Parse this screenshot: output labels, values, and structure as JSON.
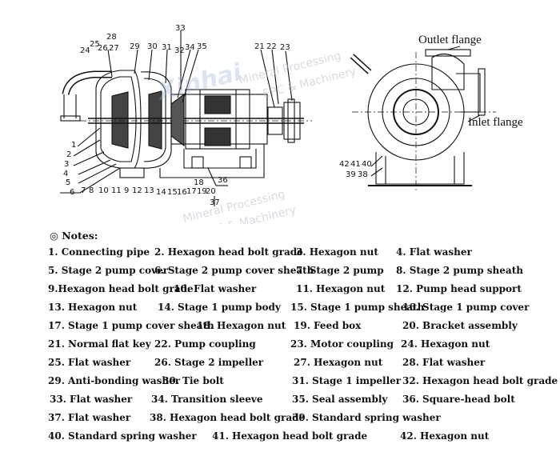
{
  "diagram": {
    "outlet_label": "Outlet flange",
    "inlet_label": "Inlet flange",
    "watermark_lines": [
      "Mineral Processing",
      "EPC & Machinery"
    ],
    "watermark_brand": "Xinhai",
    "callouts": {
      "c1": "1",
      "c2": "2",
      "c3": "3",
      "c4": "4",
      "c5": "5",
      "c6": "6",
      "c7": "7",
      "c8": "8",
      "c9": "9",
      "c10": "10",
      "c11": "11",
      "c12": "12",
      "c13": "13",
      "c14": "14",
      "c15": "15",
      "c16": "16",
      "c17": "17",
      "c18": "18",
      "c19": "19",
      "c20": "20",
      "c21": "21",
      "c22": "22",
      "c23": "23",
      "c24": "24",
      "c25": "25",
      "c26": "26",
      "c27": "27",
      "c28": "28",
      "c29": "29",
      "c30": "30",
      "c31": "31",
      "c32": "32",
      "c33": "33",
      "c34": "34",
      "c35": "35",
      "c36": "36",
      "c37": "37",
      "c38": "38",
      "c39": "39",
      "c40": "40",
      "c41": "41",
      "c42": "42"
    }
  },
  "notes_title": "◎ Notes:",
  "parts": [
    "1. Connecting pipe",
    "2. Hexagon head bolt grade",
    "3. Hexagon nut",
    "4. Flat washer",
    "5. Stage 2 pump cover",
    "6. Stage 2 pump cover sheath",
    "7. Stage 2 pump",
    "8. Stage 2 pump sheath",
    "9.Hexagon head bolt grade",
    "10. Flat washer",
    "11. Hexagon nut",
    "12. Pump head support",
    "13. Hexagon nut",
    "14. Stage 1 pump body",
    "15. Stage 1 pump sheath",
    "16. Stage 1 pump cover",
    "17. Stage 1 pump cover sheath",
    "18. Hexagon nut",
    "19. Feed box",
    "20. Bracket assembly",
    "21. Normal flat key",
    "22. Pump coupling",
    "23. Motor coupling",
    "24. Hexagon nut",
    "25. Flat washer",
    "26. Stage 2 impeller",
    "27. Hexagon nut",
    "28. Flat washer",
    "29. Anti-bonding washer",
    "30. Tie bolt",
    "31. Stage 1 impeller",
    "32. Hexagon head bolt grade",
    "33. Flat washer",
    "34. Transition sleeve",
    "35. Seal assembly",
    "36. Square-head bolt",
    "37. Flat washer",
    "38. Hexagon head bolt grade",
    "39. Standard spring washer",
    "40. Standard spring washer",
    "41. Hexagon head bolt grade",
    "42. Hexagon nut"
  ]
}
